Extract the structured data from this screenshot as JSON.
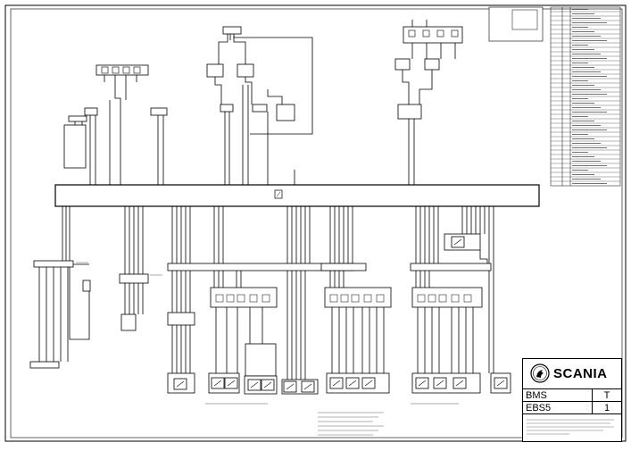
{
  "title_block": {
    "brand": "SCANIA",
    "system": "BMS",
    "module": "EBS5",
    "doc_type": "T",
    "sheet": "1",
    "logo_icon": "griffin-icon"
  },
  "colors": {
    "ink": "#000000",
    "paper": "#ffffff"
  }
}
